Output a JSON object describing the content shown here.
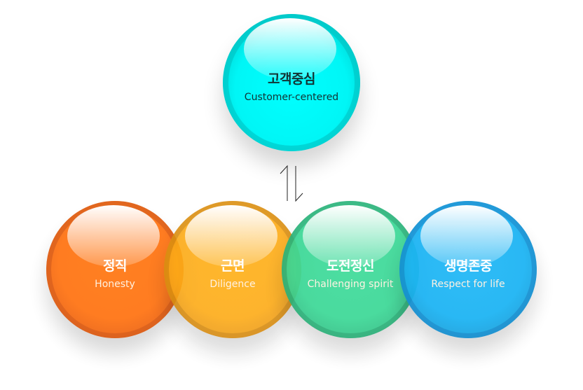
{
  "top": {
    "ko": "고객중심",
    "en": "Customer-centered",
    "color": "#00f5f5"
  },
  "values": [
    {
      "ko": "정직",
      "en": "Honesty",
      "color": "#ff7a1a"
    },
    {
      "ko": "근면",
      "en": "Diligence",
      "color": "#ffab17"
    },
    {
      "ko": "도전정신",
      "en": "Challenging spirit",
      "color": "#3bd896"
    },
    {
      "ko": "생명존중",
      "en": "Respect for life",
      "color": "#1cb4f4"
    }
  ],
  "connector": "bidirectional-arrows-icon"
}
